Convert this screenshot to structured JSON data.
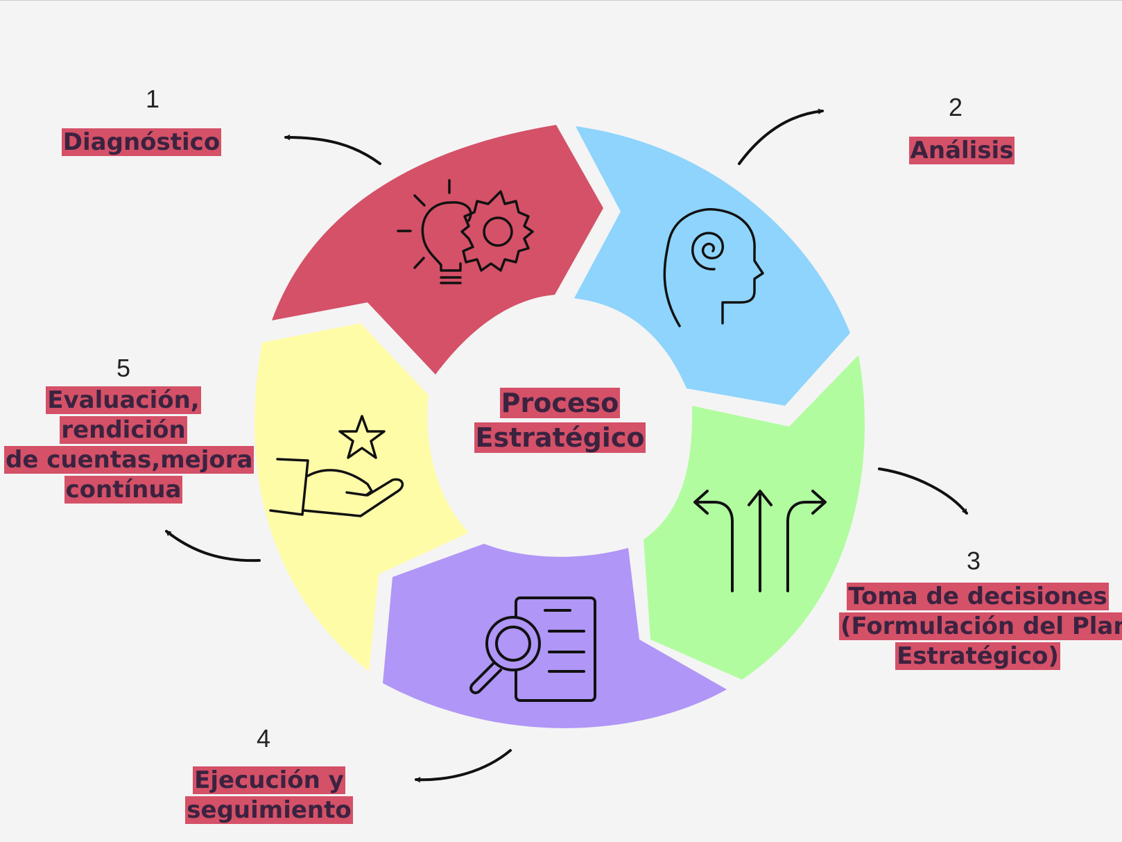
{
  "center": {
    "line1": "Proceso",
    "line2": "Estratégico"
  },
  "steps": [
    {
      "number": "1",
      "lines": [
        "Diagnóstico"
      ],
      "color": "#d45168",
      "icon": "lightbulb-gear-icon"
    },
    {
      "number": "2",
      "lines": [
        "Análisis"
      ],
      "color": "#8ed4fc",
      "icon": "head-spiral-icon"
    },
    {
      "number": "3",
      "lines": [
        "Toma de decisiones",
        "(Formulación del Plan",
        "Estratégico)"
      ],
      "color": "#b2fca0",
      "icon": "direction-arrows-icon"
    },
    {
      "number": "4",
      "lines": [
        "Ejecución y",
        "seguimiento"
      ],
      "color": "#b096f6",
      "icon": "document-search-icon"
    },
    {
      "number": "5",
      "lines": [
        "Evaluación,",
        "rendición",
        "de cuentas,mejora",
        "contínua"
      ],
      "color": "#fffca8",
      "icon": "hand-star-icon"
    }
  ],
  "label_highlight_color": "#d45168",
  "text_color": "#3b2340"
}
